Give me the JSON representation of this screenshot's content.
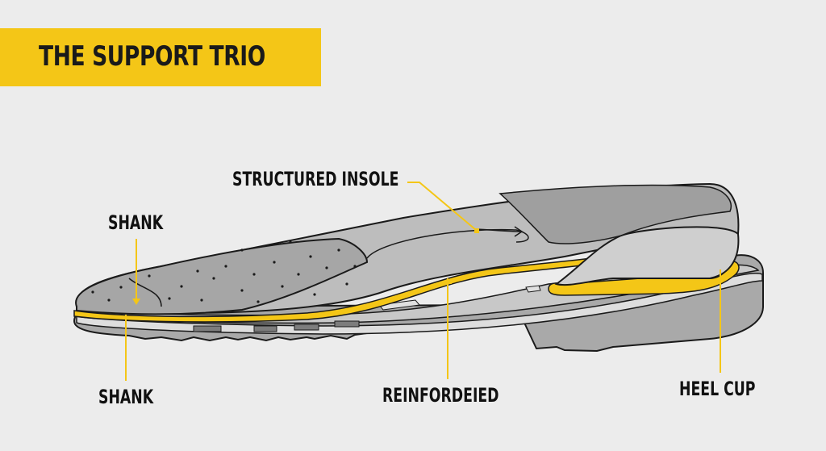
{
  "title": "THE SUPPORT TRIO",
  "labels": {
    "structured_insole": "STRUCTURED INSOLE",
    "shank_top": "SHANK",
    "shank_bottom": "SHANK",
    "reinforced": "REINFORDEIED",
    "heel_cup": "HEEL CUP"
  },
  "colors": {
    "accent_yellow": "#f4c617",
    "background": "#ececec",
    "sole_gray": "#a8a8a8",
    "insole_gray": "#bdbdbd",
    "outline": "#1a1a1a"
  },
  "diagram": {
    "subject": "shoe sole cross-section",
    "components": [
      "structured insole",
      "shank",
      "reinforced midsole",
      "heel cup"
    ]
  }
}
